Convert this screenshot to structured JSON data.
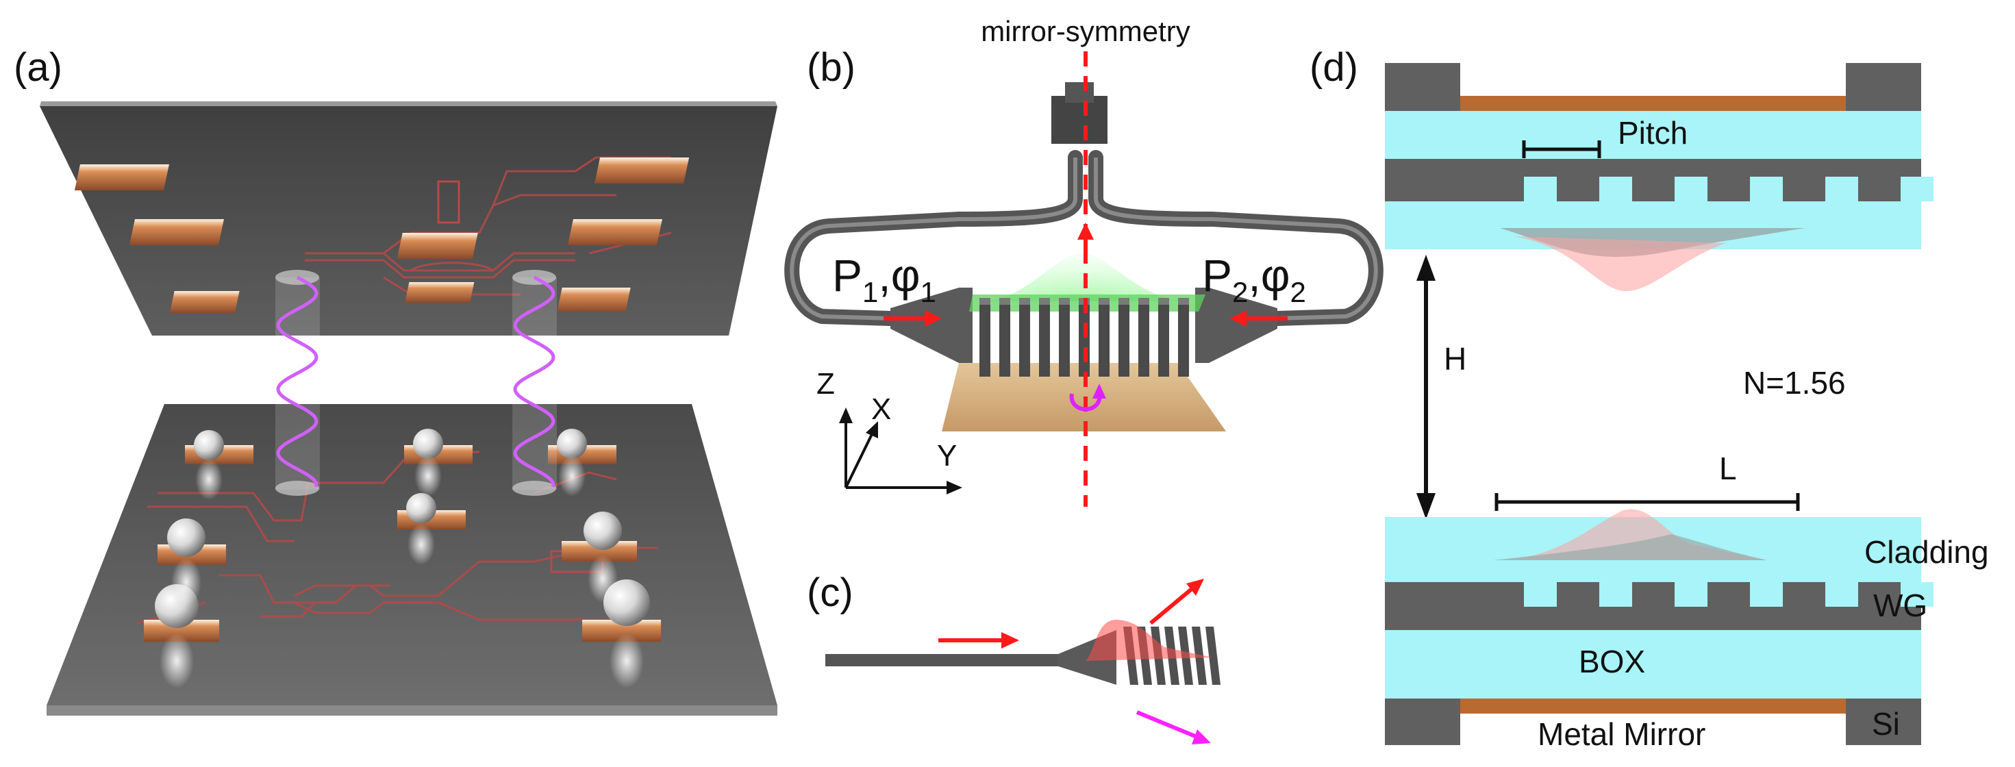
{
  "panels": {
    "a": "(a)",
    "b": "(b)",
    "c": "(c)",
    "d": "(d)"
  },
  "panel_b": {
    "mirror_label": "mirror-symmetry",
    "port1_P": "P",
    "port1_sub": "1",
    "port1_phi": ",φ",
    "port1_phi_sub": "1",
    "port2_P": "P",
    "port2_sub": "2",
    "port2_phi": ",φ",
    "port2_phi_sub": "2",
    "axis_z": "Z",
    "axis_x": "X",
    "axis_y": "Y"
  },
  "panel_d": {
    "pitch": "Pitch",
    "h": "H",
    "n": "N=1.56",
    "l": "L",
    "cladding": "Cladding",
    "wg": "WG",
    "box": "BOX",
    "si": "Si",
    "metal_mirror": "Metal Mirror"
  },
  "colors": {
    "substrate": "#606060",
    "cladding": "#a8f4f8",
    "metal": "#b86a30",
    "arrow_red": "#ff1a1a",
    "arrow_magenta": "#ff22ff",
    "beam": "#cc55ff"
  }
}
